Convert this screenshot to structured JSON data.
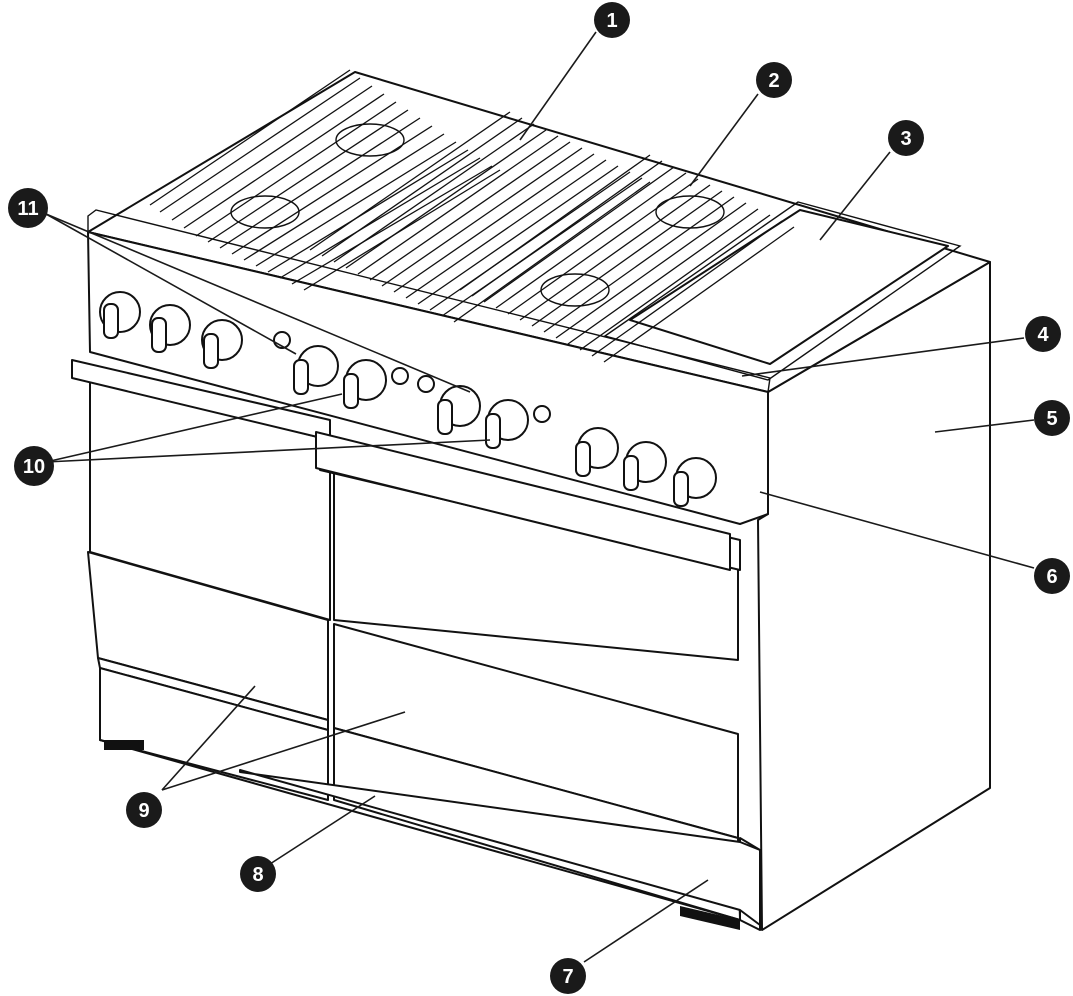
{
  "callouts": [
    {
      "label": "1"
    },
    {
      "label": "2"
    },
    {
      "label": "3"
    },
    {
      "label": "4"
    },
    {
      "label": "5"
    },
    {
      "label": "6"
    },
    {
      "label": "7"
    },
    {
      "label": "8"
    },
    {
      "label": "9"
    },
    {
      "label": "10"
    },
    {
      "label": "11"
    }
  ],
  "colors": {
    "line": "#111111",
    "badge": "#1a1a1a",
    "background": "#ffffff"
  }
}
